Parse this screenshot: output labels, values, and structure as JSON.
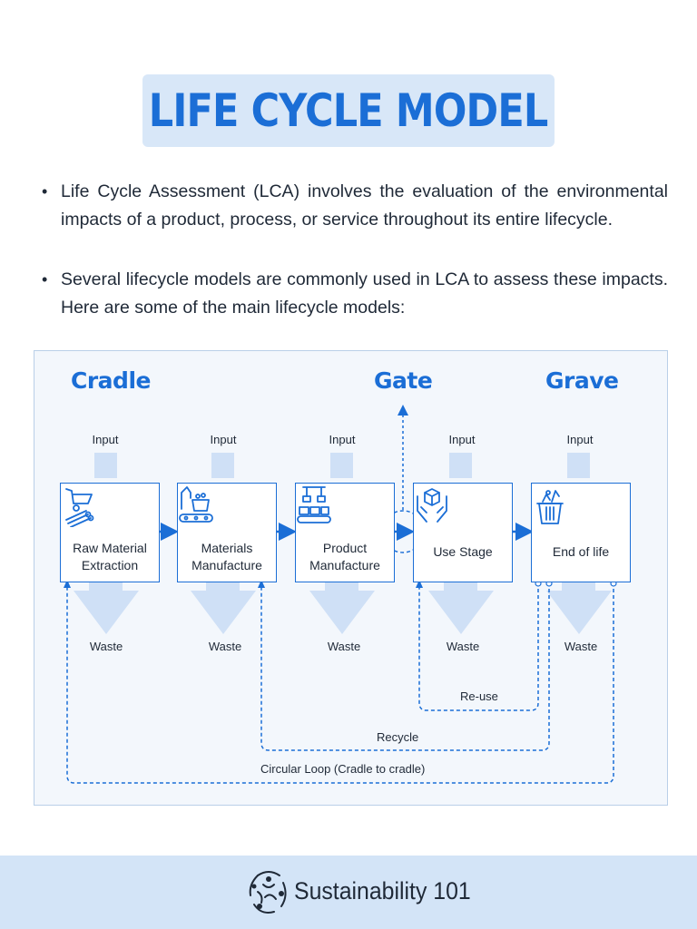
{
  "title": "LIFE CYCLE MODEL",
  "bullets": [
    "Life Cycle Assessment (LCA) involves the evaluation of the environmental impacts of a product, process, or service throughout its entire lifecycle.",
    "Several lifecycle models are commonly used in LCA to assess these impacts. Here are some of the main lifecycle models:"
  ],
  "diagram": {
    "headings": {
      "cradle": "Cradle",
      "gate": "Gate",
      "grave": "Grave"
    },
    "input_label": "Input",
    "waste_label": "Waste",
    "stages": [
      {
        "label": "Raw Material Extraction",
        "icon": "wheelbarrow-logs-icon"
      },
      {
        "label": "Materials Manufacture",
        "icon": "factory-machine-icon"
      },
      {
        "label": "Product Manufacture",
        "icon": "assembly-line-icon"
      },
      {
        "label": "Use Stage",
        "icon": "hands-box-icon"
      },
      {
        "label": "End of life",
        "icon": "trash-bin-icon"
      }
    ],
    "loops": {
      "reuse": "Re-use",
      "recycle": "Recycle",
      "circular": "Circular Loop (Cradle to cradle)"
    },
    "colors": {
      "accent": "#1b6ed6",
      "arrow_fill": "#cfe0f6",
      "background": "#f3f7fc"
    }
  },
  "footer": {
    "brand": "Sustainability 101",
    "logo_icon": "recycle-people-logo"
  }
}
